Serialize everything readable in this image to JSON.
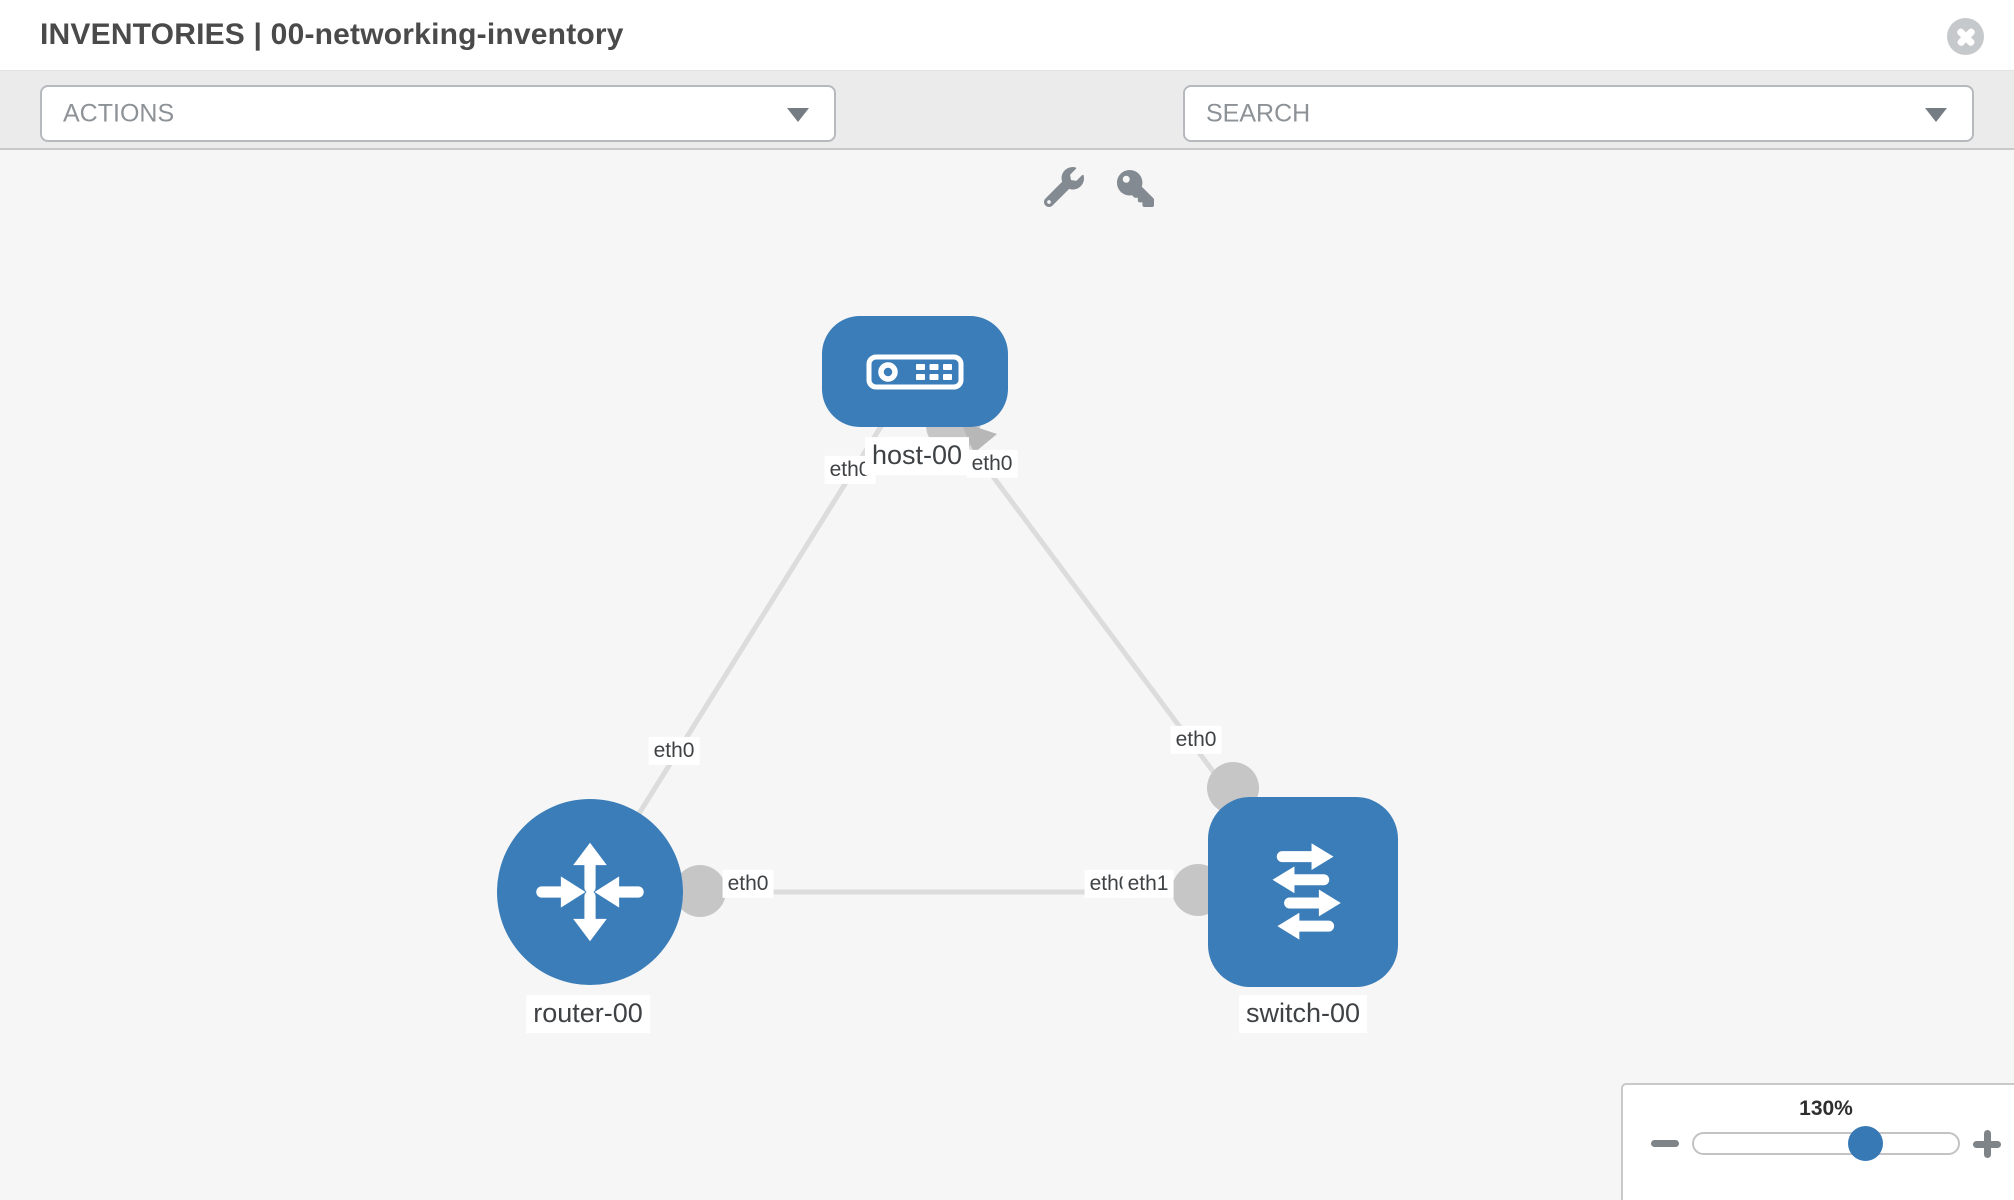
{
  "header": {
    "title": "INVENTORIES | 00-networking-inventory",
    "close_icon": "circle-x-icon"
  },
  "toolbar": {
    "actions_dropdown_label": "ACTIONS",
    "search_dropdown_label": "SEARCH",
    "icons": [
      "wrench-icon",
      "key-icon"
    ]
  },
  "canvas": {
    "nodes": [
      {
        "id": "host-00",
        "type": "host",
        "label": "host-00"
      },
      {
        "id": "router-00",
        "type": "router",
        "label": "router-00"
      },
      {
        "id": "switch-00",
        "type": "switch",
        "label": "switch-00"
      }
    ],
    "edges": [
      {
        "from": "host-00",
        "to": "router-00",
        "labels": [
          {
            "text": "eth0"
          },
          {
            "text": "eth0"
          }
        ]
      },
      {
        "from": "host-00",
        "to": "switch-00",
        "labels": [
          {
            "text": "eth0"
          },
          {
            "text": "eth0"
          }
        ]
      },
      {
        "from": "router-00",
        "to": "switch-00",
        "labels": [
          {
            "text": "eth0"
          },
          {
            "text": "eth0"
          },
          {
            "text": "eth1"
          }
        ]
      }
    ]
  },
  "zoom_control": {
    "level": "130%",
    "minus_icon": "minus-icon",
    "plus_icon": "plus-icon"
  },
  "colors": {
    "node_blue": "#3b7db8",
    "edge_gray": "#dcdcdc",
    "connector_gray": "#c6c6c6",
    "slider_thumb_blue": "#3779b5",
    "toolbar_gray": "#ebebeb",
    "canvas_gray": "#f6f6f6"
  }
}
